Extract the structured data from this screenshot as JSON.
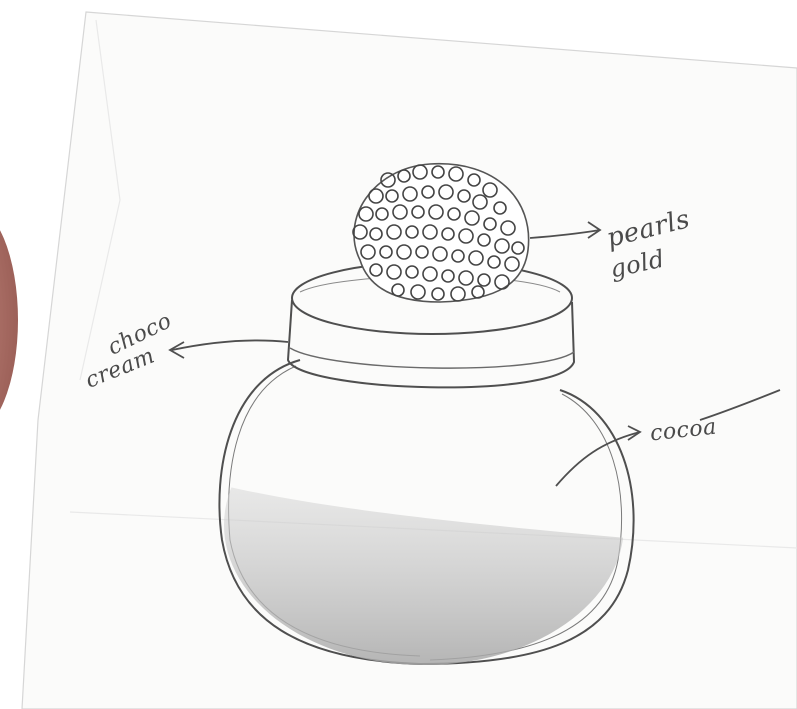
{
  "labels": {
    "pearls": "pearls",
    "gold": "gold",
    "choco": "choco",
    "cream": "cream",
    "cocoa": "cocoa"
  },
  "colors": {
    "paper": "#fbfbfa",
    "pencil": "#4f4f4f",
    "shading": "#9a9a9a",
    "cocoa_blob": "#b0766e"
  }
}
